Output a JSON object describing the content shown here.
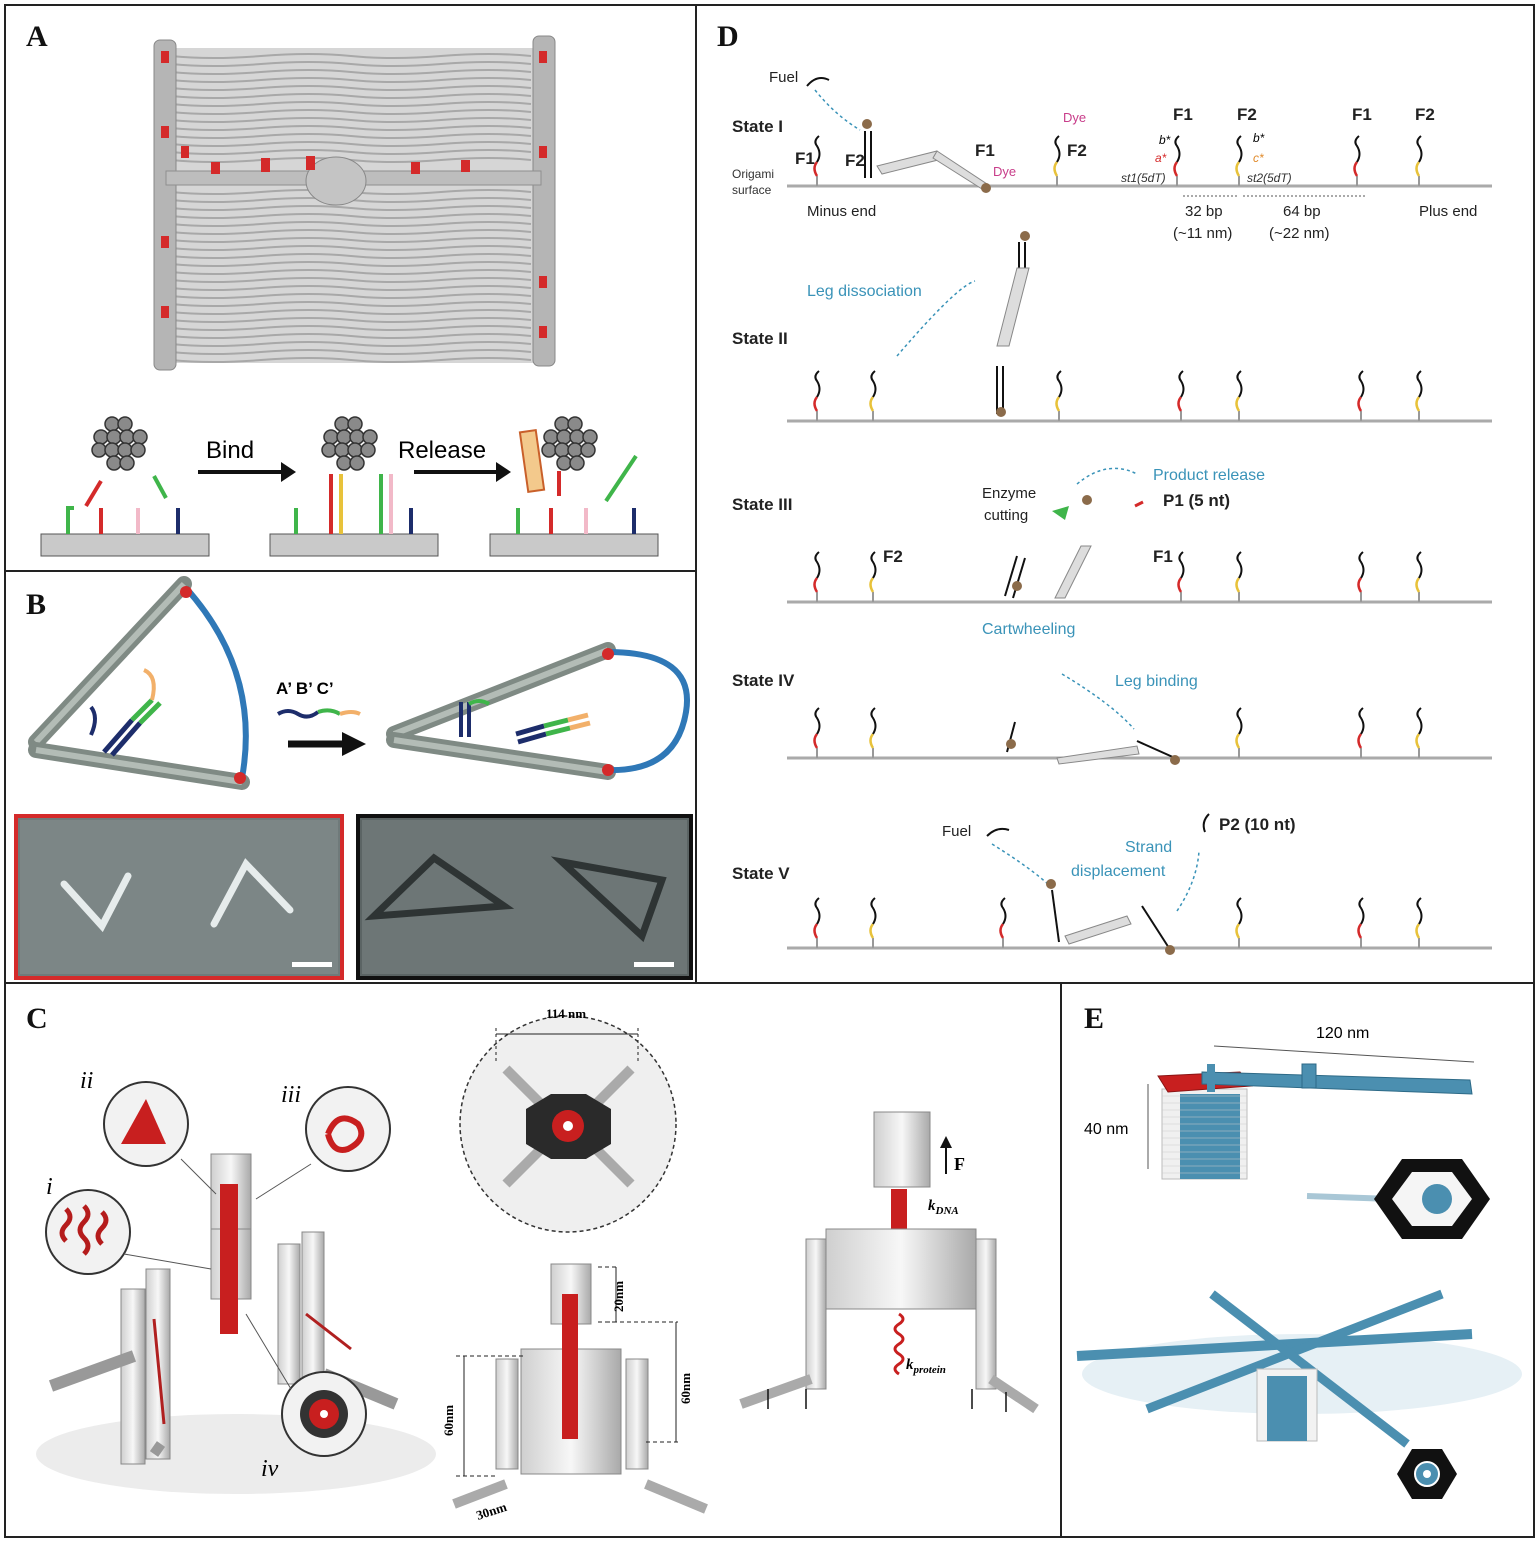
{
  "panels": {
    "a": {
      "label": "A",
      "bind": "Bind",
      "release": "Release"
    },
    "b": {
      "label": "B",
      "strands": "A’ B’ C’"
    },
    "c": {
      "label": "C",
      "roman": [
        "ii",
        "iii",
        "i",
        "iv"
      ],
      "dim_114": "114 nm",
      "dim_20": "20nm",
      "dim_60a": "60nm",
      "dim_60b": "60nm",
      "dim_30": "30nm",
      "force": "F",
      "k_dna": "k",
      "k_dna_sub": "DNA",
      "k_protein": "k",
      "k_protein_sub": "protein"
    },
    "d": {
      "label": "D",
      "states": [
        "State I",
        "State II",
        "State III",
        "State IV",
        "State V"
      ],
      "fuel": "Fuel",
      "dye": "Dye",
      "f1": "F1",
      "f2": "F2",
      "b_star": "b*",
      "a_star": "a*",
      "c_star": "c*",
      "st1": "st1(5dT)",
      "st2": "st2(5dT)",
      "origami_surface_1": "Origami",
      "origami_surface_2": "surface",
      "minus_end": "Minus end",
      "plus_end": "Plus end",
      "bp32": "32 bp",
      "nm11": "(~11 nm)",
      "bp64": "64 bp",
      "nm22": "(~22 nm)",
      "leg_dissociation": "Leg dissociation",
      "product_release": "Product release",
      "p1": "P1 (5 nt)",
      "enzyme_1": "Enzyme",
      "enzyme_2": "cutting",
      "cartwheeling": "Cartwheeling",
      "leg_binding": "Leg binding",
      "p2": "P2 (10 nt)",
      "strand_1": "Strand",
      "strand_2": "displacement"
    },
    "e": {
      "label": "E",
      "nm120": "120 nm",
      "nm40": "40 nm"
    }
  },
  "colors": {
    "red": "#d42a2a",
    "blue_text": "#3a93b8",
    "gray_rod": "#8f9a92",
    "loop_blue": "#2f78b7",
    "green": "#3fb54a",
    "navy": "#1d2d6b",
    "yellow": "#e8c23a",
    "steel_blue": "#4b8fb0"
  }
}
